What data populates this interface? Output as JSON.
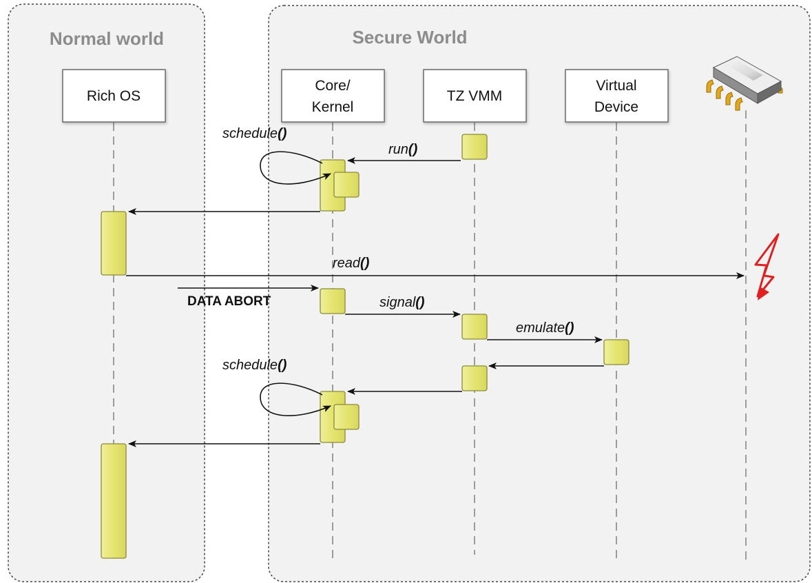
{
  "worlds": {
    "normal": "Normal world",
    "secure": "Secure World"
  },
  "lifelines": {
    "rich_os": "Rich OS",
    "core_kernel_line1": "Core/",
    "core_kernel_line2": "Kernel",
    "tz_vmm": "TZ VMM",
    "virtual_device_line1": "Virtual",
    "virtual_device_line2": "Device"
  },
  "messages": {
    "schedule_1": "schedule",
    "run": "run",
    "read": "read",
    "data_abort": "DATA ABORT",
    "signal": "signal",
    "emulate": "emulate",
    "schedule_2": "schedule",
    "call_parens": "()"
  },
  "icons": {
    "hardware": "chip-icon",
    "fault": "lightning-bolt-icon"
  },
  "colors": {
    "activation_fill": "#e8e87a",
    "activation_stroke": "#8a8a3a",
    "world_background": "#f2f2f2",
    "bolt": "#e02020",
    "world_title": "#8c8c8c"
  }
}
